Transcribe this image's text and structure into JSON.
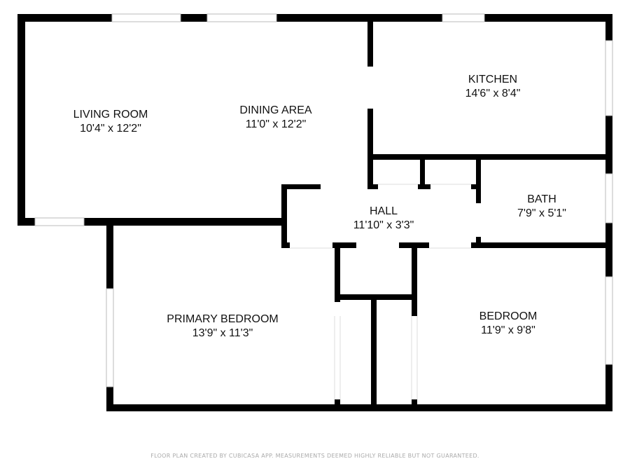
{
  "colors": {
    "wall": "#000000",
    "window": "#ffffff",
    "window_edge": "#bbbbbb",
    "text": "#111111",
    "footer": "#aaaaaa"
  },
  "rooms": [
    {
      "name": "LIVING ROOM",
      "size": "10'4\" x 12'2\""
    },
    {
      "name": "DINING AREA",
      "size": "11'0\" x 12'2\""
    },
    {
      "name": "KITCHEN",
      "size": "14'6\" x 8'4\""
    },
    {
      "name": "BATH",
      "size": "7'9\" x 5'1\""
    },
    {
      "name": "HALL",
      "size": "11'10\" x 3'3\""
    },
    {
      "name": "PRIMARY BEDROOM",
      "size": "13'9\" x 11'3\""
    },
    {
      "name": "BEDROOM",
      "size": "11'9\" x 9'8\""
    }
  ],
  "footer": "FLOOR PLAN CREATED BY CUBICASA APP. MEASUREMENTS DEEMED HIGHLY RELIABLE BUT NOT GUARANTEED."
}
